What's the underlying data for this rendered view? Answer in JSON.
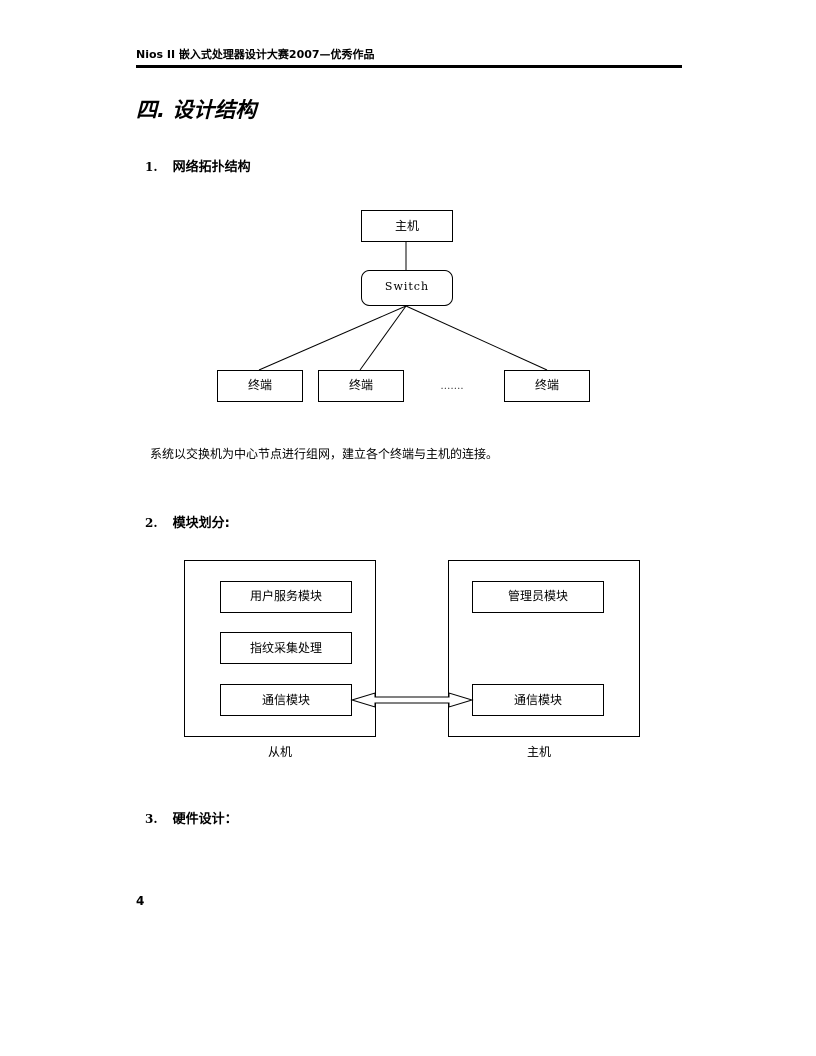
{
  "header": {
    "title": "Nios II 嵌入式处理器设计大赛2007—优秀作品"
  },
  "section": {
    "title": "四. 设计结构"
  },
  "subsections": [
    {
      "number": "1.",
      "title": "网络拓扑结构"
    },
    {
      "number": "2.",
      "title": "模块划分:"
    },
    {
      "number": "3.",
      "title": "硬件设计："
    }
  ],
  "topology": {
    "host": "主机",
    "switch": "Switch",
    "terminals": [
      "终端",
      "终端",
      "终端"
    ],
    "ellipsis": "……."
  },
  "topology_caption": "系统以交换机为中心节点进行组网，建立各个终端与主机的连接。",
  "modules": {
    "slave": {
      "label": "从机",
      "items": [
        "用户服务模块",
        "指纹采集处理",
        "通信模块"
      ]
    },
    "host": {
      "label": "主机",
      "items": [
        "管理员模块",
        "通信模块"
      ]
    }
  },
  "page_number": "4"
}
